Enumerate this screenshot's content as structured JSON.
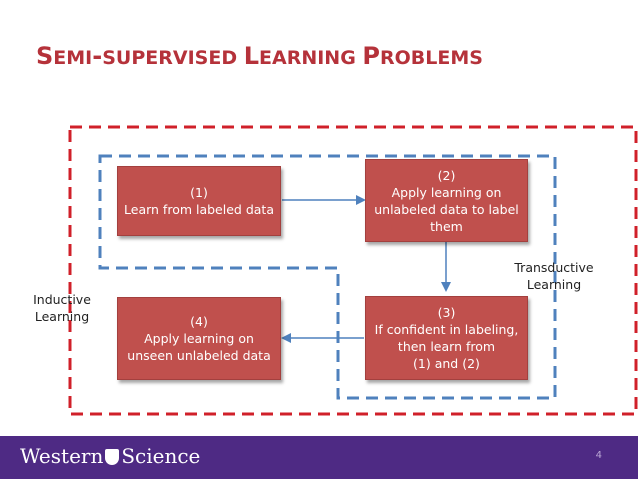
{
  "slide": {
    "title_parts": [
      {
        "text": "S",
        "cls": ""
      },
      {
        "text": "EMI",
        "cls": "sc"
      },
      {
        "text": "-",
        "cls": ""
      },
      {
        "text": "SUPERVISED ",
        "cls": "sc"
      },
      {
        "text": "L",
        "cls": ""
      },
      {
        "text": "EARNING ",
        "cls": "sc"
      },
      {
        "text": "P",
        "cls": ""
      },
      {
        "text": "ROBLEMS",
        "cls": "sc"
      }
    ],
    "page_number": "4"
  },
  "boxes": [
    {
      "id": "box-1",
      "lines": [
        "(1)",
        "Learn from labeled data"
      ]
    },
    {
      "id": "box-2",
      "lines": [
        "(2)",
        "Apply learning on",
        "unlabeled data to label",
        "them"
      ]
    },
    {
      "id": "box-3",
      "lines": [
        "(3)",
        "If confident in labeling,",
        "then learn from",
        "(1) and (2)"
      ]
    },
    {
      "id": "box-4",
      "lines": [
        "(4)",
        "Apply learning on",
        "unseen unlabeled data"
      ]
    }
  ],
  "regions": {
    "inductive_lines": [
      "Inductive",
      "Learning"
    ],
    "transductive_lines": [
      "Transductive",
      "Learning"
    ]
  },
  "colors": {
    "title": "#b5323a",
    "box_fill": "#c0504d",
    "inductive_border": "#d0202a",
    "transductive_border": "#4f81bd",
    "arrow": "#4f81bd",
    "footer": "#4e2a84"
  },
  "footer": {
    "brand_left": "Western",
    "brand_right": "Science"
  }
}
